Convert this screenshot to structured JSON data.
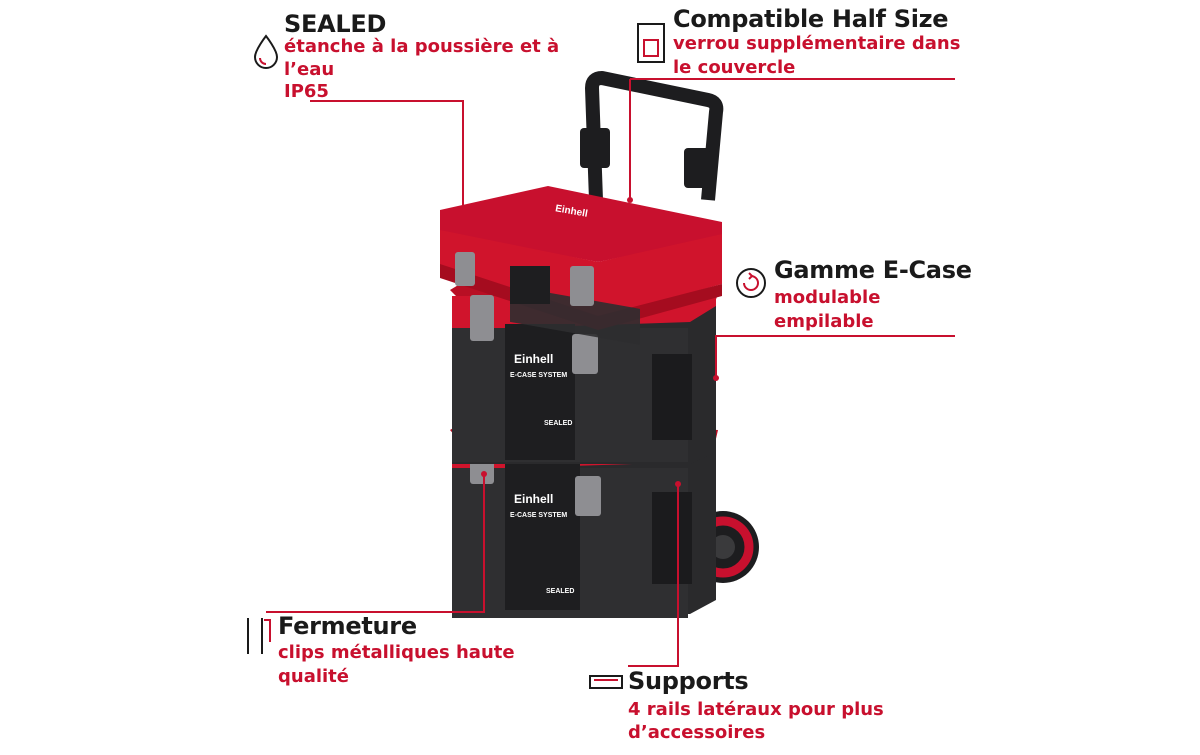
{
  "features": {
    "sealed": {
      "title": "SEALED",
      "lines": [
        "étanche à la poussière et à",
        "l’eau",
        "IP65"
      ],
      "icon": "water-drop-icon"
    },
    "compatible": {
      "title": "Compatible Half Size",
      "lines": [
        "verrou supplémentaire dans",
        "le couvercle"
      ],
      "icon": "half-size-box-icon"
    },
    "gamme": {
      "title": "Gamme E-Case",
      "lines": [
        "modulable",
        "empilable"
      ],
      "icon": "rotate-arrow-icon"
    },
    "fermeture": {
      "title": "Fermeture",
      "lines": [
        "clips métalliques haute",
        "qualité"
      ],
      "icon": "latch-clip-icon"
    },
    "supports": {
      "title": "Supports",
      "lines": [
        "4 rails latéraux pour plus",
        "d’accessoires"
      ],
      "icon": "rail-icon"
    }
  },
  "product": {
    "brand": "Einhell",
    "system_label": "E-CASE SYSTEM",
    "sealed_label": "SEALED"
  },
  "colors": {
    "accent": "#c8102e",
    "case_body": "#2b2b2d",
    "case_red": "#d0142c",
    "text": "#1a1a1a"
  }
}
